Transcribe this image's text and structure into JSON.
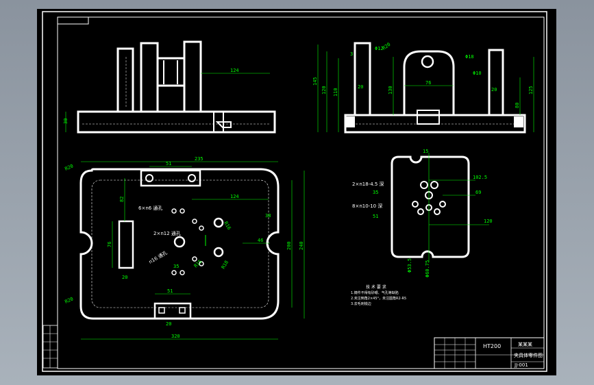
{
  "front_view": {
    "dims": {
      "d124": "124",
      "d30": "30"
    }
  },
  "side_view": {
    "dims": {
      "r20": "R20",
      "phi12": "Φ12",
      "phi18": "Φ18",
      "phi10": "Φ10",
      "d145": "145",
      "d120": "120",
      "d110": "110",
      "d130": "130",
      "d76": "76",
      "d20a": "20",
      "d20b": "20",
      "d125": "125",
      "d80": "80",
      "d3": "3"
    }
  },
  "plan_view": {
    "dims": {
      "d235": "235",
      "r20a": "R20",
      "d51a": "51",
      "d82": "82",
      "d124": "124",
      "d38": "38",
      "d240": "240",
      "d200": "200",
      "d76": "76",
      "d46": "46",
      "d20a": "20",
      "d20b": "20",
      "d51b": "51",
      "d320": "320",
      "r20b": "R20",
      "d35": "35",
      "r16": "R16",
      "r18": "R18",
      "r15": "R15"
    },
    "notes": {
      "holes6": "6×n6 通孔",
      "holes12": "2×n12 通孔",
      "holes16": "n16 通孔"
    }
  },
  "bottom_view": {
    "dims": {
      "d102": "102.5",
      "d69": "69",
      "d35": "35",
      "d51": "51",
      "d120": "120",
      "d535": "Φ53.5",
      "d6075": "Φ60.75",
      "d15": "15"
    },
    "notes": {
      "tap1": "2×n18-4.5 深",
      "tap2": "8×n10-10 深"
    }
  },
  "tech_req": {
    "title": "技 术 要 求",
    "lines": [
      "1.铸件不得有砂眼、气孔等缺陷",
      "2.未注倒角2×45°，未注圆角R2-R5",
      "3.去毛刺锐边"
    ]
  },
  "title_block": {
    "material": "HT200",
    "school": "某某某",
    "drawing_name": "夹具体零件图",
    "drawing_no": "JJ-001"
  }
}
